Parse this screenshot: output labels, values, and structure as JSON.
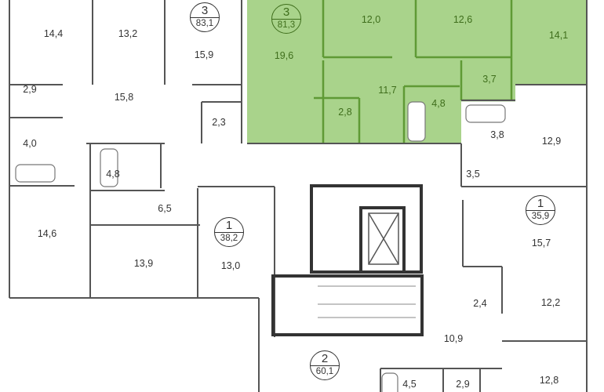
{
  "colors": {
    "highlight": "#a9d38b",
    "highlight_wall": "#5f9a35",
    "wall": "#555555",
    "text": "#333333",
    "highlight_text": "#3f6e1c"
  },
  "apartments": [
    {
      "rooms": "3",
      "area": "83,1"
    },
    {
      "rooms": "3",
      "area": "81,3",
      "highlighted": true
    },
    {
      "rooms": "1",
      "area": "38,2"
    },
    {
      "rooms": "1",
      "area": "35,9"
    },
    {
      "rooms": "2",
      "area": "60,1"
    }
  ],
  "rooms": {
    "r14_4": "14,4",
    "r13_2": "13,2",
    "r15_9": "15,9",
    "r2_9a": "2,9",
    "r15_8": "15,8",
    "r2_3": "2,3",
    "r4_0": "4,0",
    "r4_8a": "4,8",
    "r6_5": "6,5",
    "r14_6": "14,6",
    "r13_9": "13,9",
    "r13_0": "13,0",
    "r19_6": "19,6",
    "r12_0": "12,0",
    "r12_6": "12,6",
    "r14_1": "14,1",
    "r11_7": "11,7",
    "r3_7": "3,7",
    "r2_8": "2,8",
    "r4_8b": "4,8",
    "r3_8": "3,8",
    "r12_9": "12,9",
    "r3_5": "3,5",
    "r15_7": "15,7",
    "r2_4": "2,4",
    "r12_2": "12,2",
    "r10_9": "10,9",
    "r4_5": "4,5",
    "r2_9b": "2,9",
    "r12_8": "12,8"
  }
}
